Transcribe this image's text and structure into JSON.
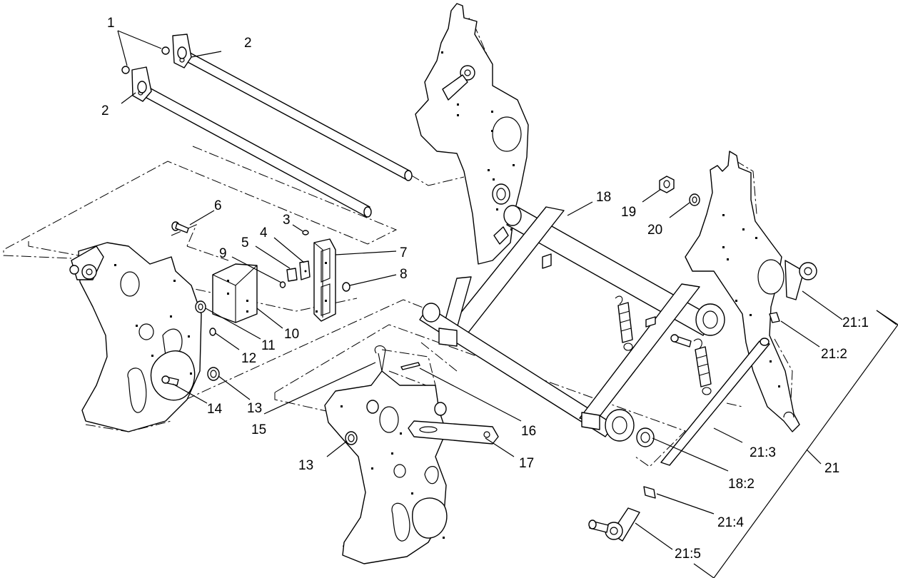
{
  "callouts": [
    {
      "id": "c1",
      "text": "1"
    },
    {
      "id": "c2a",
      "text": "2"
    },
    {
      "id": "c2b",
      "text": "2"
    },
    {
      "id": "c3",
      "text": "3"
    },
    {
      "id": "c4",
      "text": "4"
    },
    {
      "id": "c5",
      "text": "5"
    },
    {
      "id": "c6",
      "text": "6"
    },
    {
      "id": "c7",
      "text": "7"
    },
    {
      "id": "c8",
      "text": "8"
    },
    {
      "id": "c9",
      "text": "9"
    },
    {
      "id": "c10",
      "text": "10"
    },
    {
      "id": "c11",
      "text": "11"
    },
    {
      "id": "c12",
      "text": "12"
    },
    {
      "id": "c13a",
      "text": "13"
    },
    {
      "id": "c13b",
      "text": "13"
    },
    {
      "id": "c14",
      "text": "14"
    },
    {
      "id": "c15",
      "text": "15"
    },
    {
      "id": "c16",
      "text": "16"
    },
    {
      "id": "c17",
      "text": "17"
    },
    {
      "id": "c18",
      "text": "18"
    },
    {
      "id": "c18_2",
      "text": "18:2"
    },
    {
      "id": "c19",
      "text": "19"
    },
    {
      "id": "c20",
      "text": "20"
    },
    {
      "id": "c21",
      "text": "21"
    },
    {
      "id": "c21_1",
      "text": "21:1"
    },
    {
      "id": "c21_2",
      "text": "21:2"
    },
    {
      "id": "c21_3",
      "text": "21:3"
    },
    {
      "id": "c21_4",
      "text": "21:4"
    },
    {
      "id": "c21_5",
      "text": "21:5"
    }
  ]
}
